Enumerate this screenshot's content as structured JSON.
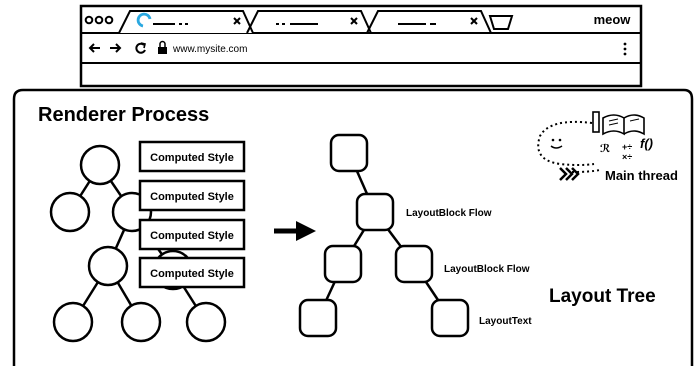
{
  "browser": {
    "window_title": "meow",
    "url": "www.mysite.com",
    "nav_icons": [
      "back-arrow-icon",
      "forward-arrow-icon",
      "reload-icon",
      "lock-icon",
      "menu-icon"
    ],
    "tabs": [
      {
        "name": "tab-1",
        "active": true
      },
      {
        "name": "tab-2",
        "active": false
      },
      {
        "name": "tab-3",
        "active": false
      }
    ]
  },
  "renderer": {
    "title": "Renderer Process",
    "computed_style_labels": [
      "Computed Style",
      "Computed Style",
      "Computed Style",
      "Computed Style"
    ],
    "layout_labels": [
      "LayoutBlock Flow",
      "LayoutBlock Flow",
      "LayoutText"
    ],
    "layout_tree_title": "Layout Tree",
    "main_thread_label": "Main thread",
    "main_thread_icons": [
      "face-icon",
      "book-icon",
      "math-symbols-icon",
      "function-icon"
    ]
  }
}
